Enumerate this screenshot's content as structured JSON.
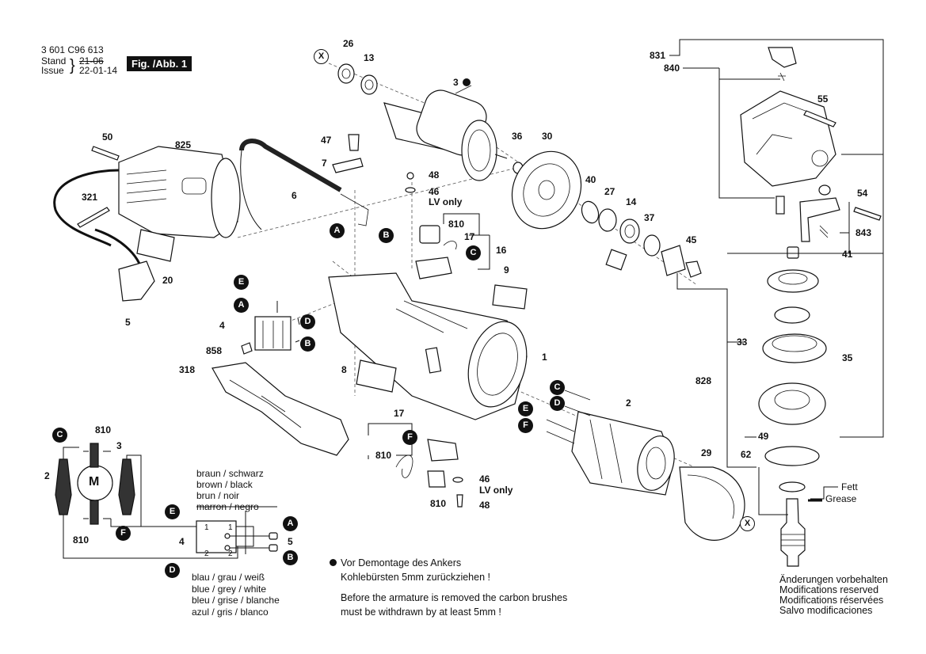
{
  "header": {
    "doc_number": "3 601 C96 613",
    "stand_label": "Stand",
    "stand_old": "21-06",
    "issue_label": "Issue",
    "issue_date": "22-01-14",
    "figure_label": "Fig. /Abb. 1"
  },
  "parts": [
    "26",
    "13",
    "3",
    "36",
    "30",
    "40",
    "27",
    "14",
    "37",
    "45",
    "831",
    "840",
    "55",
    "54",
    "843",
    "41",
    "50",
    "825",
    "321",
    "20",
    "5",
    "47",
    "7",
    "6",
    "48",
    "46",
    "810",
    "17",
    "16",
    "9",
    "1",
    "4",
    "858",
    "318",
    "8",
    "2",
    "29",
    "62",
    "49",
    "828",
    "33",
    "35"
  ],
  "callout_letters": [
    "A",
    "B",
    "C",
    "D",
    "E",
    "F",
    "X"
  ],
  "lv_only": "LV only",
  "labels": {
    "fett": "Fett",
    "grease": "Grease",
    "motor": "M"
  },
  "wire_colors_top": [
    "braun  / schwarz",
    "brown  / black",
    "brun   / noir",
    "marron / negro"
  ],
  "wire_colors_bottom": [
    "blau / grau / weiß",
    "blue / grey / white",
    "bleu / grise / blanche",
    "azul / gris  / blanco"
  ],
  "switch_terminals": [
    "1",
    "1",
    "2",
    "2"
  ],
  "notes": {
    "de_line1": "Vor Demontage des Ankers",
    "de_line2": "Kohlebürsten 5mm zurückziehen !",
    "en_line1": "Before the armature is removed the carbon brushes",
    "en_line2": "must be withdrawn by at least 5mm !"
  },
  "modifications": [
    "Änderungen vorbehalten",
    "Modifications reserved",
    "Modifications réservées",
    "Salvo modificaciones"
  ]
}
